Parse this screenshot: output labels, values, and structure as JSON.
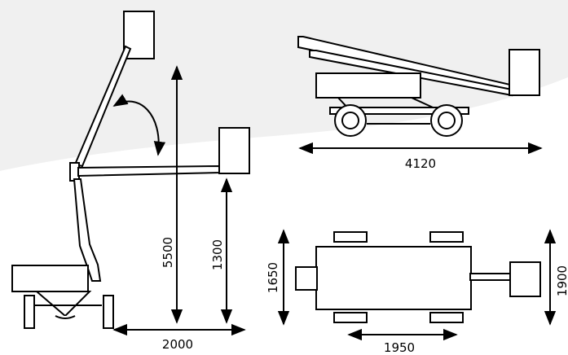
{
  "colors": {
    "background": "#ffffff",
    "swoosh": "#f0f0f0",
    "line": "#000000"
  },
  "dimensions": {
    "side_working_height": "5500",
    "side_jib_height": "1300",
    "side_outreach": "2000",
    "top_length": "4120",
    "plan_width": "1650",
    "plan_overall_width": "1900",
    "plan_wheelbase": "1950"
  },
  "icons": [
    "rotation-arrow-icon"
  ]
}
